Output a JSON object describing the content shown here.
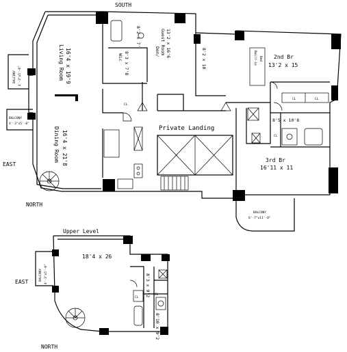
{
  "compass": {
    "top": "SOUTH",
    "left_main": "EAST",
    "bottom_main": "NORTH",
    "left_upper": "EAST",
    "bottom_upper": "NORTH"
  },
  "rooms": {
    "living": {
      "name": "Living Room",
      "dims": "16'4 x 19'9"
    },
    "dining": {
      "name": "Dining Room",
      "dims": "16'4 x 21'8"
    },
    "wic": {
      "name": "Wic",
      "dims": "8'3 x 7'8"
    },
    "small_dims": "8'2 x 7'",
    "den": {
      "name": "Den/ Guest Room",
      "name_line1": "Den/",
      "name_line2": "Guest Room",
      "dims": "13'2 x 16'6"
    },
    "hall_dims": "8'2 x 10",
    "built_in": {
      "line1": "Built-in",
      "line2": "Bed"
    },
    "br2": {
      "name": "2nd Br",
      "dims": "13'2 x 15"
    },
    "bath_dims": "8'5 x 10'8",
    "br3": {
      "name": "3rd Br",
      "dims": "16'11 x 11"
    },
    "private_landing": "Private Landing",
    "balcony_br3": {
      "name": "BALCONY",
      "dims": "6'-7\"x11'-0\""
    },
    "balcony_living": {
      "name": "BALCONY",
      "dims": "4'-3\"x5'-0\""
    },
    "balcony_dining": {
      "name": "BALCONY",
      "dims": "4'-3\"x5'-0\""
    },
    "cl": "CL"
  },
  "upper": {
    "title": "Upper Level",
    "main_dims": "18'4 x 26",
    "room_a_dims": "8'3 x 9'2",
    "room_b_dims": "8'10 x 9'2",
    "balcony": {
      "name": "BALCONY",
      "dims": "4'-3\"x5'-0\""
    },
    "cl": "CL"
  }
}
